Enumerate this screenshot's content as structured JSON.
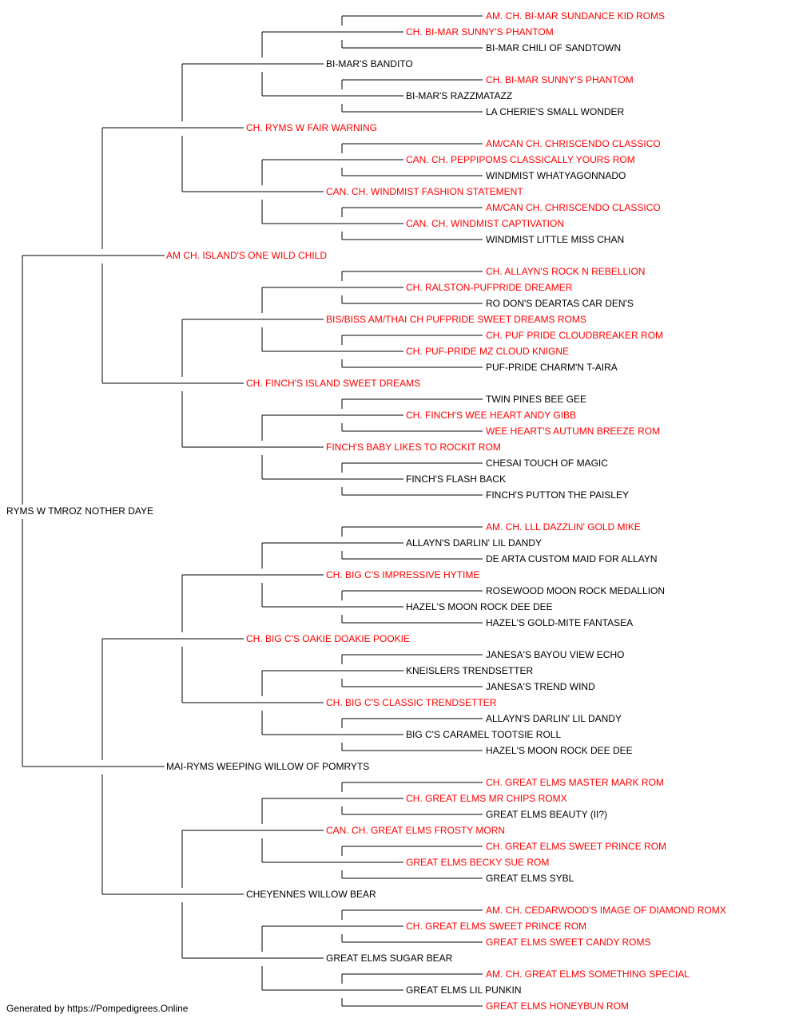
{
  "colors": {
    "champion": "#ff0000",
    "normal": "#000000",
    "line": "#000000"
  },
  "tree": {
    "name": "RYMS W TMROZ NOTHER DAYE",
    "champion": false,
    "sire": {
      "name": "AM CH. ISLAND'S ONE WILD CHILD",
      "champion": true,
      "sire": {
        "name": "CH. RYMS W FAIR WARNING",
        "champion": true,
        "sire": {
          "name": "BI-MAR'S BANDITO",
          "champion": false,
          "sire": {
            "name": "CH. BI-MAR SUNNY'S PHANTOM",
            "champion": true,
            "sire": {
              "name": "AM. CH. BI-MAR SUNDANCE KID ROMS",
              "champion": true
            },
            "dam": {
              "name": "BI-MAR CHILI OF SANDTOWN",
              "champion": false
            }
          },
          "dam": {
            "name": "BI-MAR'S RAZZMATAZZ",
            "champion": false,
            "sire": {
              "name": "CH. BI-MAR SUNNY'S PHANTOM",
              "champion": true
            },
            "dam": {
              "name": "LA CHERIE'S SMALL WONDER",
              "champion": false
            }
          }
        },
        "dam": {
          "name": "CAN. CH. WINDMIST FASHION STATEMENT",
          "champion": true,
          "sire": {
            "name": "CAN. CH. PEPPIPOMS CLASSICALLY YOURS ROM",
            "champion": true,
            "sire": {
              "name": "AM/CAN CH. CHRISCENDO CLASSICO",
              "champion": true
            },
            "dam": {
              "name": "WINDMIST WHATYAGONNADO",
              "champion": false
            }
          },
          "dam": {
            "name": "CAN. CH. WINDMIST CAPTIVATION",
            "champion": true,
            "sire": {
              "name": "AM/CAN CH. CHRISCENDO CLASSICO",
              "champion": true
            },
            "dam": {
              "name": "WINDMIST LITTLE MISS CHAN",
              "champion": false
            }
          }
        }
      },
      "dam": {
        "name": "CH. FINCH'S ISLAND SWEET DREAMS",
        "champion": true,
        "sire": {
          "name": "BIS/BISS AM/THAI CH PUFPRIDE SWEET DREAMS ROMS",
          "champion": true,
          "sire": {
            "name": "CH. RALSTON-PUFPRIDE DREAMER",
            "champion": true,
            "sire": {
              "name": "CH. ALLAYN'S ROCK N REBELLION",
              "champion": true
            },
            "dam": {
              "name": "RO DON'S DEARTAS CAR DEN'S",
              "champion": false
            }
          },
          "dam": {
            "name": "CH. PUF-PRIDE MZ CLOUD KNIGNE",
            "champion": true,
            "sire": {
              "name": "CH. PUF PRIDE CLOUDBREAKER ROM",
              "champion": true
            },
            "dam": {
              "name": "PUF-PRIDE CHARM'N T-AIRA",
              "champion": false
            }
          }
        },
        "dam": {
          "name": "FINCH'S BABY LIKES TO ROCKIT ROM",
          "champion": true,
          "sire": {
            "name": "CH. FINCH'S WEE HEART ANDY GIBB",
            "champion": true,
            "sire": {
              "name": "TWIN PINES BEE GEE",
              "champion": false
            },
            "dam": {
              "name": "WEE HEART'S AUTUMN BREEZE ROM",
              "champion": true
            }
          },
          "dam": {
            "name": "FINCH'S FLASH BACK",
            "champion": false,
            "sire": {
              "name": "CHESAI TOUCH OF MAGIC",
              "champion": false
            },
            "dam": {
              "name": "FINCH'S PUTTON THE PAISLEY",
              "champion": false
            }
          }
        }
      }
    },
    "dam": {
      "name": "MAI-RYMS WEEPING WILLOW OF POMRYTS",
      "champion": false,
      "sire": {
        "name": "CH. BIG C'S OAKIE DOAKIE POOKIE",
        "champion": true,
        "sire": {
          "name": "CH. BIG C'S IMPRESSIVE HYTIME",
          "champion": true,
          "sire": {
            "name": "ALLAYN'S DARLIN' LIL DANDY",
            "champion": false,
            "sire": {
              "name": "AM. CH. LLL DAZZLIN' GOLD MIKE",
              "champion": true
            },
            "dam": {
              "name": "DE ARTA CUSTOM MAID FOR ALLAYN",
              "champion": false
            }
          },
          "dam": {
            "name": "HAZEL'S MOON ROCK DEE DEE",
            "champion": false,
            "sire": {
              "name": "ROSEWOOD MOON ROCK MEDALLION",
              "champion": false
            },
            "dam": {
              "name": "HAZEL'S GOLD-MITE FANTASEA",
              "champion": false
            }
          }
        },
        "dam": {
          "name": "CH. BIG C'S CLASSIC TRENDSETTER",
          "champion": true,
          "sire": {
            "name": "KNEISLERS TRENDSETTER",
            "champion": false,
            "sire": {
              "name": "JANESA'S BAYOU VIEW ECHO",
              "champion": false
            },
            "dam": {
              "name": "JANESA'S TREND WIND",
              "champion": false
            }
          },
          "dam": {
            "name": "BIG C'S CARAMEL TOOTSIE ROLL",
            "champion": false,
            "sire": {
              "name": "ALLAYN'S DARLIN' LIL DANDY",
              "champion": false
            },
            "dam": {
              "name": "HAZEL'S MOON ROCK DEE DEE",
              "champion": false
            }
          }
        }
      },
      "dam": {
        "name": "CHEYENNES WILLOW BEAR",
        "champion": false,
        "sire": {
          "name": "CAN. CH. GREAT ELMS FROSTY MORN",
          "champion": true,
          "sire": {
            "name": "CH. GREAT ELMS MR CHIPS ROMX",
            "champion": true,
            "sire": {
              "name": "CH. GREAT ELMS MASTER MARK ROM",
              "champion": true
            },
            "dam": {
              "name": "GREAT ELMS BEAUTY (II?)",
              "champion": false
            }
          },
          "dam": {
            "name": "GREAT ELMS BECKY SUE ROM",
            "champion": true,
            "sire": {
              "name": "CH. GREAT ELMS SWEET PRINCE ROM",
              "champion": true
            },
            "dam": {
              "name": "GREAT ELMS SYBL",
              "champion": false
            }
          }
        },
        "dam": {
          "name": "GREAT ELMS SUGAR BEAR",
          "champion": false,
          "sire": {
            "name": "CH. GREAT ELMS SWEET PRINCE ROM",
            "champion": true,
            "sire": {
              "name": "AM. CH. CEDARWOOD'S IMAGE OF DIAMOND ROMX",
              "champion": true
            },
            "dam": {
              "name": "GREAT ELMS SWEET CANDY ROMS",
              "champion": true
            }
          },
          "dam": {
            "name": "GREAT ELMS LIL PUNKIN",
            "champion": false,
            "sire": {
              "name": "AM. CH. GREAT ELMS SOMETHING SPECIAL",
              "champion": true
            },
            "dam": {
              "name": "GREAT ELMS HONEYBUN ROM",
              "champion": true
            }
          }
        }
      }
    }
  },
  "footer": {
    "text": "Generated by https://Pompedigrees.Online"
  }
}
